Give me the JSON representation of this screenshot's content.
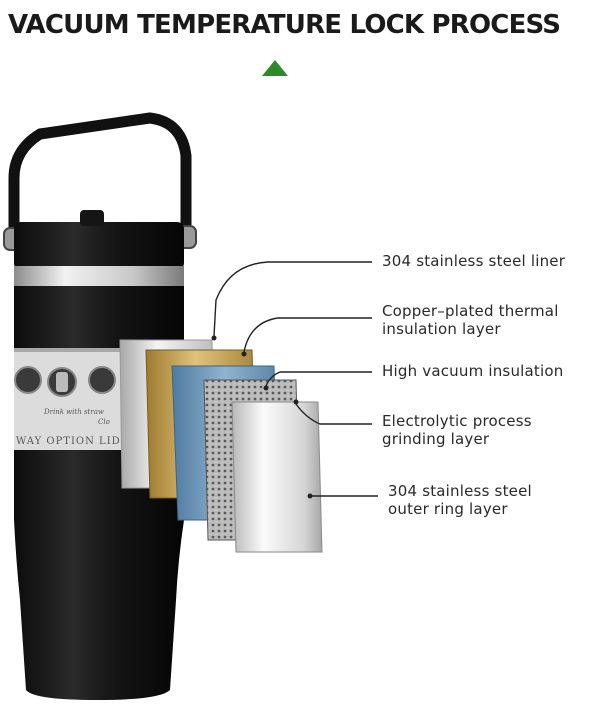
{
  "title": "VACUUM TEMPERATURE LOCK PROCESS",
  "accent_color": "#2f8a2a",
  "indicator_icon": "up-triangle-icon",
  "cup_label": {
    "icon_captions": [
      "Drink with straw",
      "Clo"
    ],
    "band_text": "WAY OPTION  LID"
  },
  "layers": [
    {
      "name": "304 stainless steel liner",
      "color": "#d9d9d9"
    },
    {
      "lines": [
        "Copper–plated thermal",
        "insulation layer"
      ],
      "color": "#c8a24a"
    },
    {
      "name": "High vacuum insulation",
      "color": "#6e97b8"
    },
    {
      "lines": [
        "Electrolytic process",
        "grinding layer"
      ],
      "color": "#9a9a9a"
    },
    {
      "lines": [
        "304 stainless steel",
        "outer ring layer"
      ],
      "color": "#e4e4e4"
    }
  ]
}
